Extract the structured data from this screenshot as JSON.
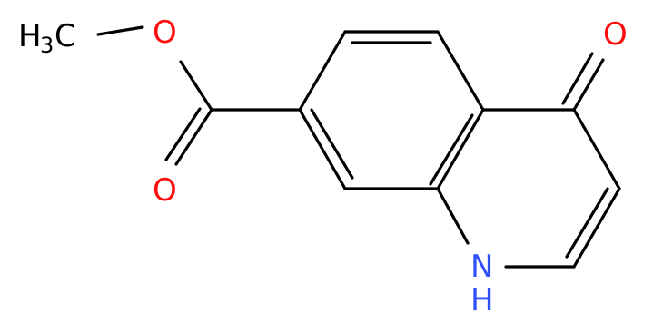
{
  "molecule": {
    "atom_labels": {
      "methyl": "H",
      "methyl_sub": "3",
      "methyl_c": "C",
      "ester_o": "O",
      "carbonyl_o": "O",
      "ketone_o": "O",
      "amine_n": "N",
      "amine_h": "H"
    },
    "colors": {
      "bond": "#000000",
      "oxygen": "#ff0d0d",
      "nitrogen": "#3050f8",
      "carbon_label": "#000000"
    }
  }
}
